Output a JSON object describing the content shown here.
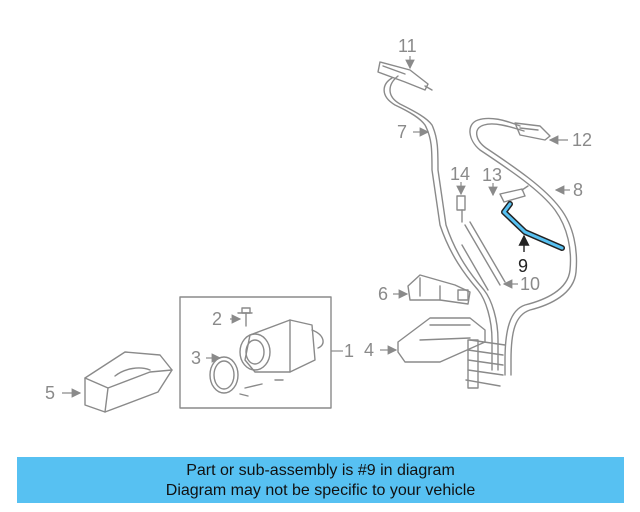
{
  "callouts": {
    "c1": "1",
    "c2": "2",
    "c3": "3",
    "c4": "4",
    "c5": "5",
    "c6": "6",
    "c7": "7",
    "c8": "8",
    "c9": "9",
    "c10": "10",
    "c11": "11",
    "c12": "12",
    "c13": "13",
    "c14": "14"
  },
  "highlight_part": "9",
  "colors": {
    "highlight": "#57c1f2",
    "banner": "#57c1f2",
    "line": "#8a8a8a"
  },
  "caption": {
    "line1": "Part or sub-assembly is #9 in diagram",
    "line2": "Diagram may not be specific to your vehicle"
  }
}
